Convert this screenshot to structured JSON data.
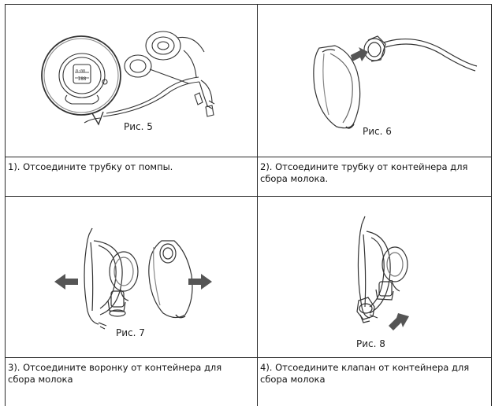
{
  "figures": [
    {
      "caption": "Рис. 5"
    },
    {
      "caption": "Рис. 6"
    },
    {
      "caption": "Рис. 7"
    },
    {
      "caption": "Рис. 8"
    }
  ],
  "steps": [
    {
      "text": "1). Отсоедините трубку от помпы."
    },
    {
      "text": "2). Отсоедините трубку от контейнера для сбора молока."
    },
    {
      "text": "3). Отсоедините воронку от контейнера для сбора молока"
    },
    {
      "text": "4). Отсоедините клапан от контейнера для сбора молока"
    }
  ],
  "display": {
    "text": "0:00\nI88"
  }
}
